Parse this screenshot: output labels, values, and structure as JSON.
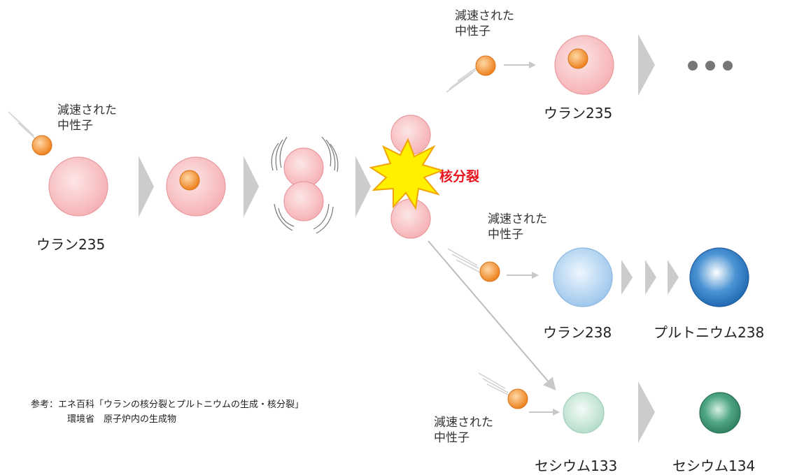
{
  "labels": {
    "neutron_1": [
      "減速された",
      "中性子"
    ],
    "neutron_2": [
      "減速された",
      "中性子"
    ],
    "neutron_3": [
      "減速された",
      "中性子"
    ],
    "neutron_4": [
      "減速された",
      "中性子"
    ],
    "uranium235_left": "ウラン235",
    "uranium235_top": "ウラン235",
    "uranium238": "ウラン238",
    "plutonium238": "プルトニウム238",
    "cesium133": "セシウム133",
    "cesium134": "セシウム134",
    "fission": "核分裂",
    "ellipsis": "•••"
  },
  "reference": {
    "line1": "参考：エネ百科「ウランの核分裂とプルトニウムの生成・核分裂」",
    "line2": "環境省　原子炉内の生成物"
  },
  "colors": {
    "uranium235": "#f9c6c6",
    "uranium238": "#a9cdee",
    "plutonium238": "#2f7fc6",
    "cesium133": "#bfe3d3",
    "cesium134": "#3f9a77",
    "neutron": "#f0892a",
    "fission_burst": "#fff000",
    "fission_text": "#e8141e",
    "arrow": "#c8c8c8"
  }
}
